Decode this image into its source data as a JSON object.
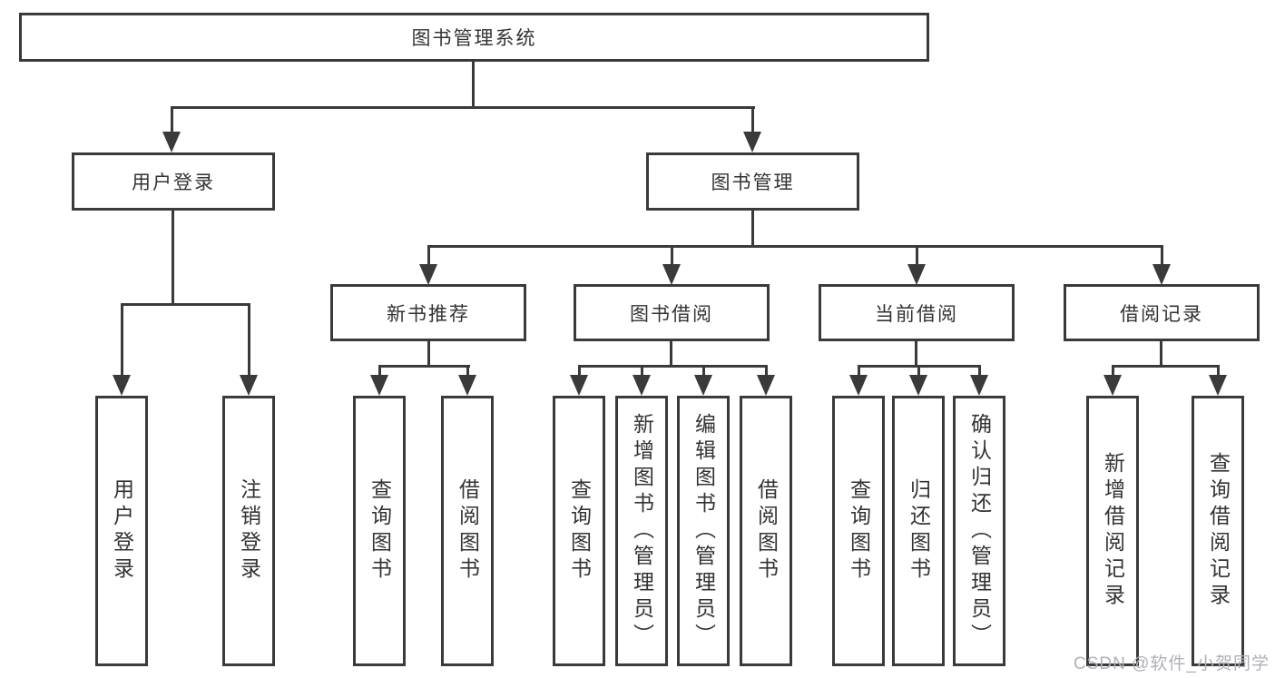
{
  "diagram_title": "图书管理系统",
  "tree": {
    "root": {
      "label": "图书管理系统",
      "children": [
        {
          "label": "用户登录",
          "children": [
            {
              "label": "用户登录"
            },
            {
              "label": "注销登录"
            }
          ]
        },
        {
          "label": "图书管理",
          "children": [
            {
              "label": "新书推荐",
              "children": [
                {
                  "label": "查询图书"
                },
                {
                  "label": "借阅图书"
                }
              ]
            },
            {
              "label": "图书借阅",
              "children": [
                {
                  "label": "查询图书"
                },
                {
                  "label": "新增图书（管理员）"
                },
                {
                  "label": "编辑图书（管理员）"
                },
                {
                  "label": "借阅图书"
                }
              ]
            },
            {
              "label": "当前借阅",
              "children": [
                {
                  "label": "查询图书"
                },
                {
                  "label": "归还图书"
                },
                {
                  "label": "确认归还（管理员）"
                }
              ]
            },
            {
              "label": "借阅记录",
              "children": [
                {
                  "label": "新增借阅记录"
                },
                {
                  "label": "查询借阅记录"
                }
              ]
            }
          ]
        }
      ]
    }
  },
  "watermark": {
    "text": "CSDN @软件_小贺同学"
  },
  "colors": {
    "line": "#3a3a3a",
    "text": "#333333",
    "watermark": "#aeb1b6",
    "background": "#ffffff"
  }
}
